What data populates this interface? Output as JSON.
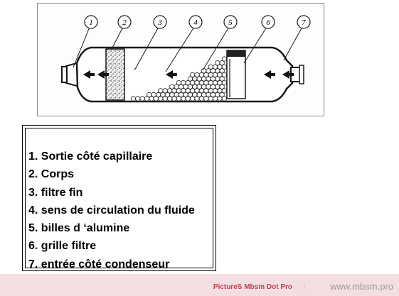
{
  "diagram": {
    "callouts": [
      "1",
      "2",
      "3",
      "4",
      "5",
      "6",
      "7"
    ]
  },
  "legend": {
    "items": [
      "1. Sortie côté capillaire",
      "2. Corps",
      "3. filtre fin",
      "4. sens de circulation du fluide",
      "5. billes d ‘alumine",
      "6. grille filtre",
      "7. entrée côté condenseur"
    ]
  },
  "footer": {
    "watermark_left": "PictureS Mbsm Dot Pro",
    "separator": ":",
    "watermark_right": "www.mbsm.pro"
  },
  "colors": {
    "stroke": "#1a1a1a",
    "footer_bg": "#f3dfe2",
    "watermark_red": "#c0404a",
    "watermark_gray": "#9a9a9a"
  }
}
